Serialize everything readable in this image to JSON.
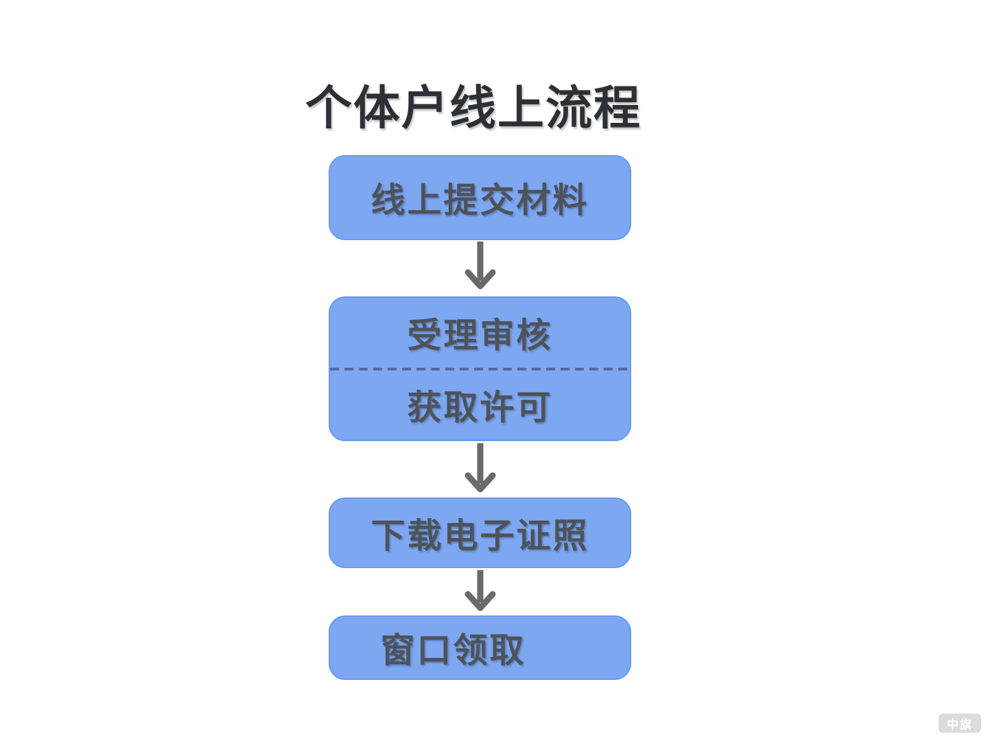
{
  "page": {
    "title": "个体户线上流程",
    "background": "#ffffff"
  },
  "flow": {
    "steps": [
      {
        "name": "submit-materials",
        "label": "线上提交材料"
      },
      {
        "name": "review-and-permit",
        "label_top": "受理审核",
        "label_bottom": "获取许可"
      },
      {
        "name": "download-certificate",
        "label": "下载电子证照"
      },
      {
        "name": "window-pickup",
        "label": "窗口领取"
      }
    ],
    "colors": {
      "box_fill": "#7ea7f2",
      "box_border": "#6b99ee",
      "box_text": "#4d535b",
      "divider": "#56689f",
      "arrow": "#6a6a6a",
      "title": "#2d3035"
    }
  },
  "watermark": {
    "label": "中旗"
  }
}
